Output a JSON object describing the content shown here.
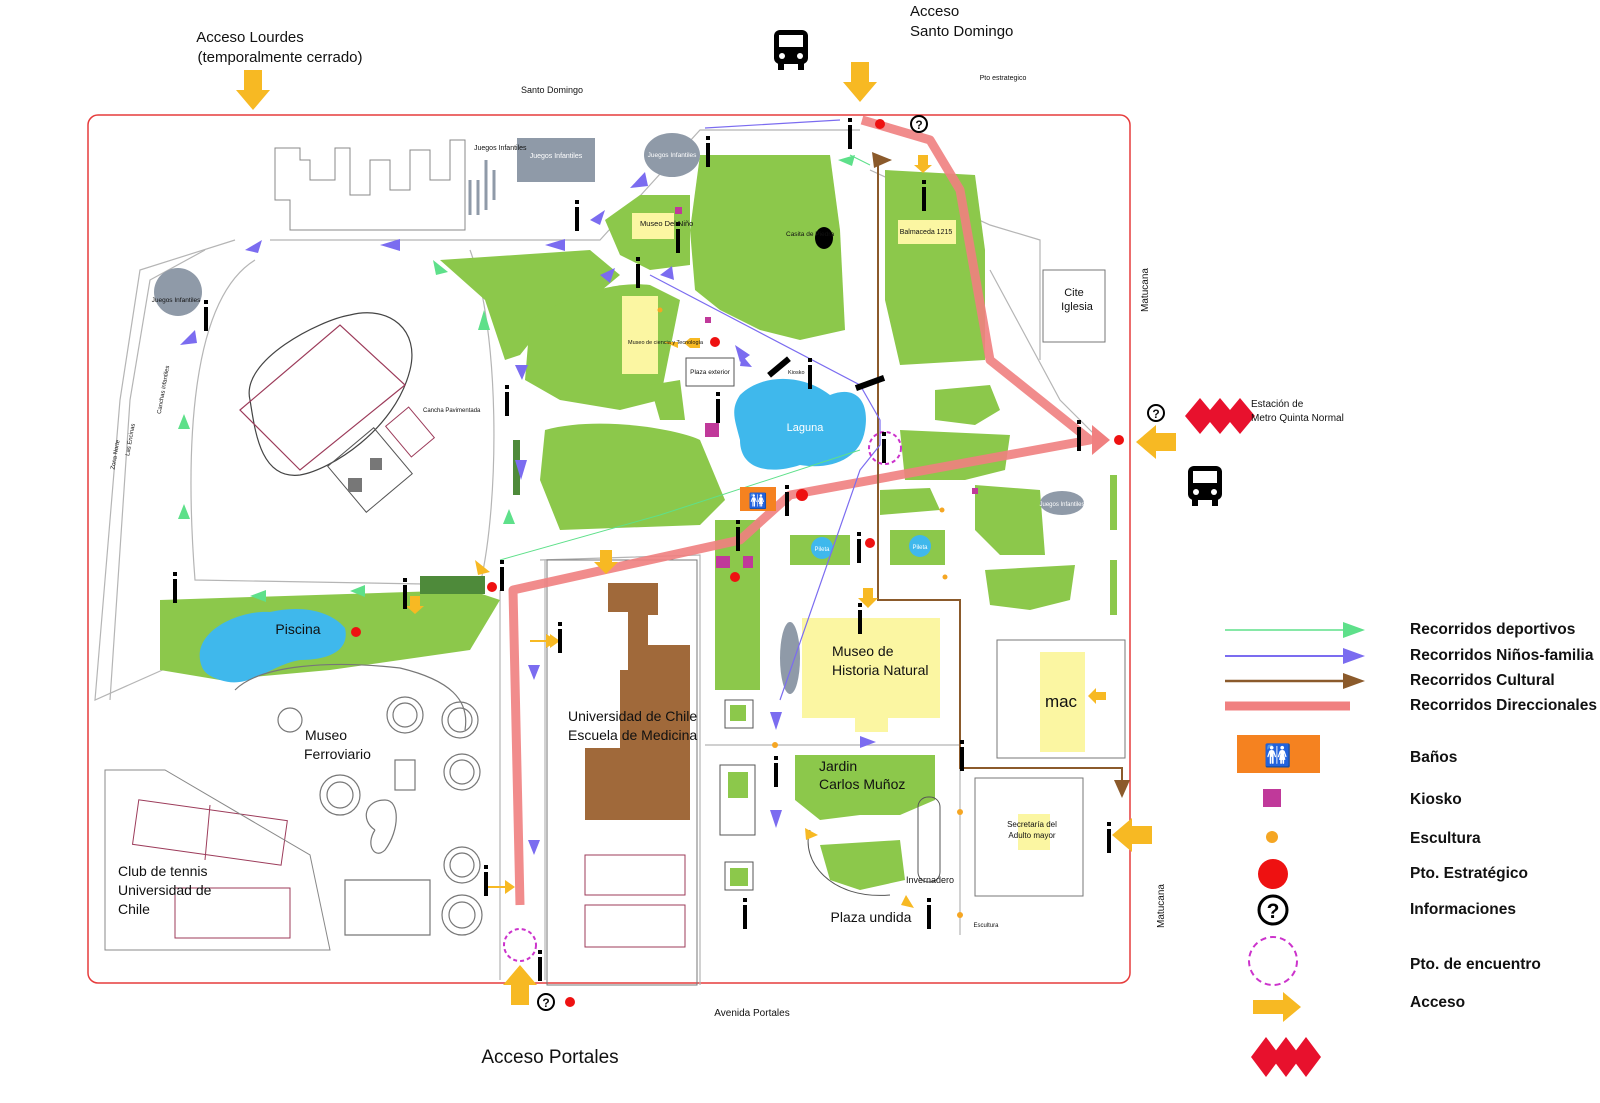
{
  "access": {
    "lourdes_line1": "Acceso Lourdes",
    "lourdes_line2": "(temporalmente cerrado)",
    "santo_domingo_line1": "Acceso",
    "santo_domingo_line2": "Santo Domingo",
    "portales": "Acceso Portales"
  },
  "streets": {
    "santo_domingo": "Santo Domingo",
    "avenida_portales": "Avenida Portales",
    "matucana_top": "Matucana",
    "matucana_bottom": "Matucana",
    "las_encinas": "Las Encinas",
    "zona_norte": "Zona Norte"
  },
  "places": {
    "pto_estrategico_top": "Pto estrategico",
    "juegos_infantiles_1": "Juegos Infantiles",
    "juegos_infantiles_2": "Juegos Infantiles",
    "juegos_infantiles_3": "Juegos Infantiles",
    "juegos_infantiles_left": "Juegos Infantiles",
    "juegos_infantiles_right": "Juegos Infantiles",
    "museo_del_nino": "Museo Del Niño",
    "casita_de_piedra": "Casita de Piedra",
    "balmaceda": "Balmaceda 1215",
    "cite_iglesia_1": "Cite",
    "cite_iglesia_2": "Iglesia",
    "museo_ciencia": "Museo de ciencia y Tecnología",
    "plaza_exterior": "Plaza exterior",
    "kiosko": "Kiosko",
    "laguna": "Laguna",
    "canchas_infantiles": "Canchas infantiles",
    "cancha_pavimentada": "Cancha Pavimentada",
    "piscina": "Piscina",
    "museo_ferroviario_1": "Museo",
    "museo_ferroviario_2": "Ferroviario",
    "club_tennis_1": "Club de tennis",
    "club_tennis_2": "Universidad de",
    "club_tennis_3": "Chile",
    "udechile_1": "Universidad de Chile",
    "udechile_2": "Escuela de Medicina",
    "pileta_1": "Pileta",
    "pileta_2": "Pileta",
    "museo_historia_1": "Museo de",
    "museo_historia_2": "Historia Natural",
    "jardin_1": "Jardin",
    "jardin_2": "Carlos Muñoz",
    "invernadero": "Invernadero",
    "plaza_undida": "Plaza undida",
    "mac": "mac",
    "secretaria_1": "Secretaría del",
    "secretaria_2": "Adulto mayor",
    "escultura": "Escultura",
    "metro_1": "Estación de",
    "metro_2": "Metro Quinta Normal"
  },
  "legend": {
    "items": [
      {
        "label": "Recorridos deportivos",
        "symbol": "line-arrow",
        "color": "#5ee08a"
      },
      {
        "label": "Recorridos Niños-familia",
        "symbol": "line-arrow",
        "color": "#7b6cf0"
      },
      {
        "label": "Recorridos Cultural",
        "symbol": "line-arrow",
        "color": "#8b5a2b"
      },
      {
        "label": "Recorridos Direccionales",
        "symbol": "thick-line",
        "color": "#f08080"
      },
      {
        "label": "Baños",
        "symbol": "restroom-icon",
        "color": "#f58220"
      },
      {
        "label": "Kiosko",
        "symbol": "square",
        "color": "#c0399a"
      },
      {
        "label": "Escultura",
        "symbol": "small-dot",
        "color": "#f5a623"
      },
      {
        "label": "Pto. Estratégico",
        "symbol": "dot",
        "color": "#ee1111"
      },
      {
        "label": "Informaciones",
        "symbol": "question-icon",
        "color": "#000000"
      },
      {
        "label": "Pto. de encuentro",
        "symbol": "dashed-circle",
        "color": "#cc33cc"
      },
      {
        "label": "Acceso",
        "symbol": "arrow",
        "color": "#f7b923"
      },
      {
        "label": "",
        "symbol": "metro-diamonds",
        "color": "#e8112d"
      }
    ]
  },
  "colors": {
    "grass": "#8cc84b",
    "water": "#3fb8ec",
    "building_brown": "#a0693a",
    "museum_yellow": "#fbf6a2",
    "boundary_red": "#e63c3c",
    "pool_path": "#f08080",
    "gray_area": "#8f9aa8"
  }
}
